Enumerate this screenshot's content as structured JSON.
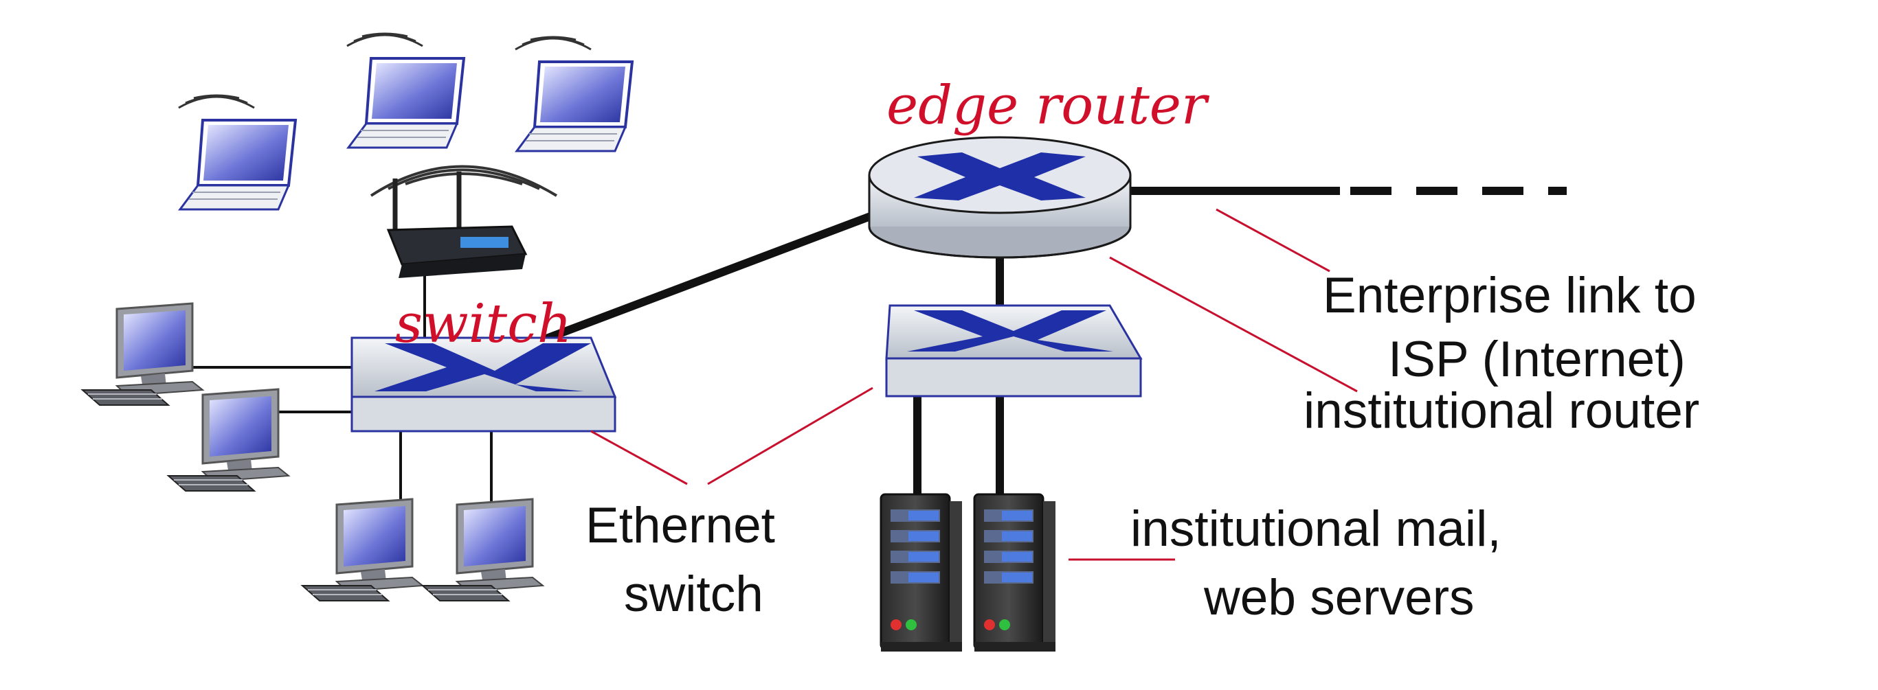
{
  "labels": {
    "edge_router": "edge router",
    "switch_hand": "switch",
    "enterprise_line1": "Enterprise link to",
    "enterprise_line2": "ISP (Internet)",
    "institutional_router": "institutional router",
    "ethernet_line1": "Ethernet",
    "ethernet_line2": "switch",
    "servers_line1": "institutional mail,",
    "servers_line2": "web servers"
  },
  "colors": {
    "link": "#111111",
    "annotation": "#c8102e",
    "device_blue": "#1f2fa8",
    "device_gray": "#c9ced6"
  },
  "icons": [
    "laptop-icon",
    "wireless-router-icon",
    "desktop-computer-icon",
    "ethernet-switch-icon",
    "router-icon",
    "server-icon"
  ]
}
